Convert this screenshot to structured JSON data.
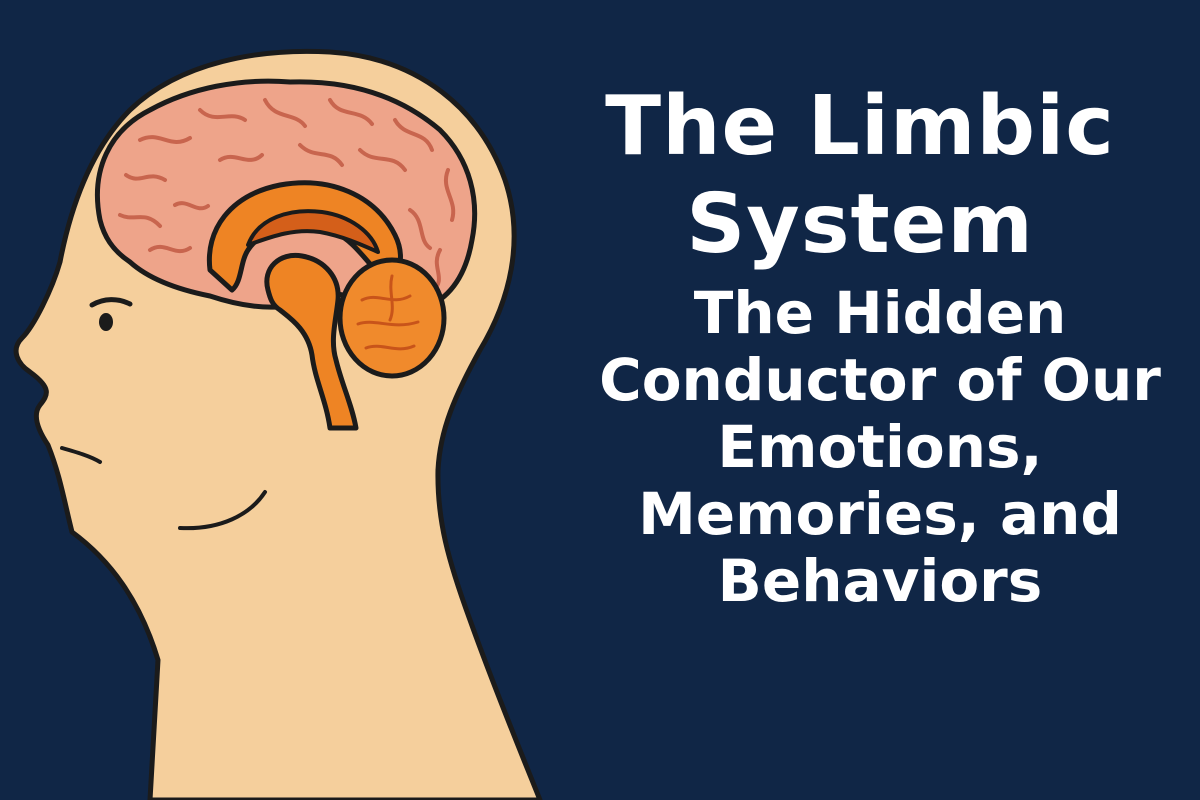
{
  "title": "The Limbic\nSystem",
  "subtitle": "The Hidden\nConductor of Our\nEmotions,\nMemories, and\nBehaviors",
  "colors": {
    "background": "#102646",
    "skin": "#f5cf9c",
    "outline": "#1b1b1b",
    "cerebrum": "#eea48a",
    "cerebrum_folds": "#c8654e",
    "limbic": "#ee8424",
    "limbic_dark": "#d45f1a",
    "cerebellum": "#f08a2c",
    "text": "#ffffff"
  },
  "illustration": {
    "subject": "head-profile-with-brain",
    "icons": [
      "head-profile",
      "brain-cerebrum",
      "limbic-structure",
      "brainstem",
      "cerebellum",
      "eye",
      "mouth"
    ]
  }
}
